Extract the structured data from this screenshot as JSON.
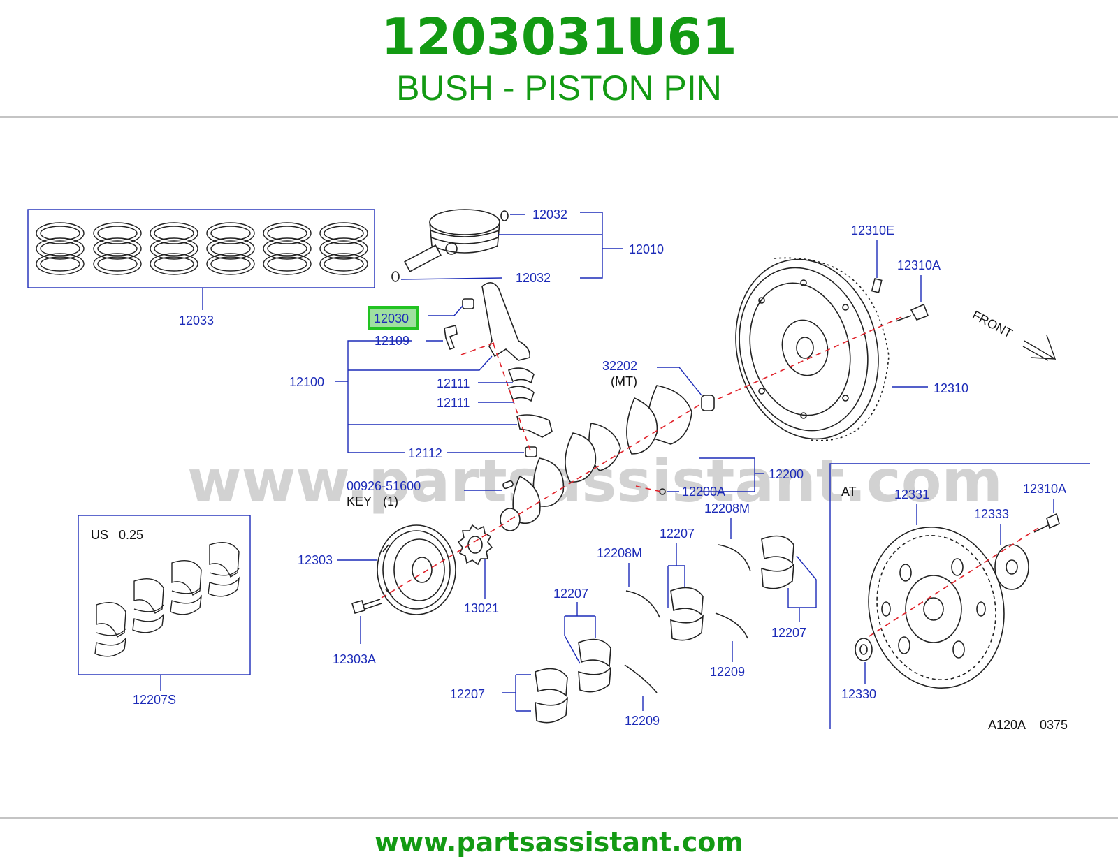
{
  "header": {
    "part_number": "1203031U61",
    "description": "BUSH - PISTON PIN"
  },
  "footer": {
    "url": "www.partsassistant.com"
  },
  "watermark": "www.partsassistant.com",
  "colors": {
    "brand_green": "#139a13",
    "label_blue": "#1c2bb8",
    "highlight_green": "#22c322",
    "highlight_fill": "#9fe0a0",
    "centerline_red": "#e0222a"
  },
  "diagram": {
    "highlighted": "12030",
    "labels": {
      "p12032a": "12032",
      "p12032b": "12032",
      "p12010": "12010",
      "p12033": "12033",
      "p12030": "12030",
      "p12109": "12109",
      "p12100": "12100",
      "p12111a": "12111",
      "p12111b": "12111",
      "p12112": "12112",
      "p12310E": "12310E",
      "p12310A": "12310A",
      "p12310": "12310",
      "p32202": "32202",
      "mt": "(MT)",
      "p12200": "12200",
      "p12200A": "12200A",
      "p0092651600": "00926-51600",
      "key": "KEY",
      "key_qty": "(1)",
      "us": "US",
      "us_val": "0.25",
      "p12207S": "12207S",
      "p12303": "12303",
      "p13021": "13021",
      "p12303A": "12303A",
      "p12208Ma": "12208M",
      "p12208Mb": "12208M",
      "p12207a": "12207",
      "p12207b": "12207",
      "p12207c": "12207",
      "p12207d": "12207",
      "p12209a": "12209",
      "p12209b": "12209",
      "at": "AT",
      "p12331": "12331",
      "p12333": "12333",
      "p12310A_at": "12310A",
      "p12330": "12330",
      "front": "FRONT",
      "code": "A120A",
      "code_num": "0375"
    }
  }
}
